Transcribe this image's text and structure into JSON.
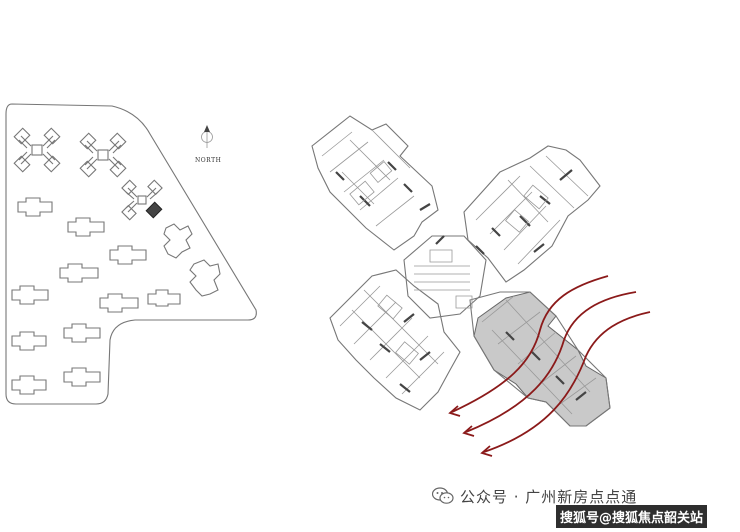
{
  "site_plan": {
    "north_label": "NORTH"
  },
  "colors": {
    "wind_arrow": "#8b1a1a",
    "highlight_unit": "#c9c9c9",
    "line": "#777777"
  },
  "icons": [
    "north-arrow-icon",
    "wechat-icon"
  ],
  "watermark": {
    "line1": "公众号 · 广州新房点点通",
    "line2": "搜狐号@搜狐焦点韶关站"
  }
}
